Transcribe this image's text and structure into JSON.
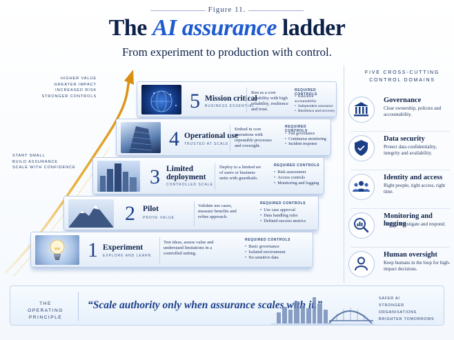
{
  "header": {
    "figure_label": "Figure 11.",
    "title_part1": "The",
    "title_accent": "AI assurance",
    "title_part2": "ladder",
    "subtitle": "From experiment to production with control."
  },
  "side_notes": {
    "top": [
      "HIGHER VALUE",
      "GREATER IMPACT",
      "INCREASED RISK",
      "STRONGER CONTROLS"
    ],
    "left": [
      "START SMALL",
      "BUILD ASSURANCE",
      "SCALE WITH CONFIDENCE"
    ]
  },
  "steps": [
    {
      "number": "1",
      "title": "Experiment",
      "tag": "EXPLORE AND LEARN",
      "description": "Test ideas, assess value and understand limitations in a controlled setting.",
      "controls_heading": "REQUIRED CONTROLS",
      "controls": [
        "Basic governance",
        "Isolated environment",
        "No sensitive data"
      ]
    },
    {
      "number": "2",
      "title": "Pilot",
      "tag": "PROVE VALUE",
      "description": "Validate use cases, measure benefits and refine approach.",
      "controls_heading": "REQUIRED CONTROLS",
      "controls": [
        "Use case approval",
        "Data handling rules",
        "Defined success metrics"
      ]
    },
    {
      "number": "3",
      "title": "Limited deployment",
      "tag": "CONTROLLED SCALE",
      "description": "Deploy to a limited set of users or business units with guardrails.",
      "controls_heading": "REQUIRED CONTROLS",
      "controls": [
        "Risk assessment",
        "Access controls",
        "Monitoring and logging"
      ]
    },
    {
      "number": "4",
      "title": "Operational use",
      "tag": "TRUSTED AT SCALE",
      "description": "Embed in core operations with repeatable processes and oversight.",
      "controls_heading": "REQUIRED CONTROLS",
      "controls": [
        "Full governance",
        "Continuous monitoring",
        "Incident response"
      ]
    },
    {
      "number": "5",
      "title": "Mission critical",
      "tag": "BUSINESS ESSENTIAL",
      "description": "Run as a core capability with high reliability, resilience and trust.",
      "controls_heading": "REQUIRED CONTROLS",
      "controls": [
        "Executive accountability",
        "Independent assurance",
        "Resilience and recovery"
      ]
    }
  ],
  "domains": {
    "heading": [
      "FIVE CROSS-CUTTING",
      "CONTROL DOMAINS"
    ],
    "items": [
      {
        "title": "Governance",
        "description": "Clear ownership, policies and accountability.",
        "icon": "bank-icon"
      },
      {
        "title": "Data security",
        "description": "Protect data confidentiality, integrity and availability.",
        "icon": "shield-icon"
      },
      {
        "title": "Identity and access",
        "description": "Right people, right access, right time.",
        "icon": "users-icon"
      },
      {
        "title": "Monitoring and logging",
        "description": "Detect, investigate and respond.",
        "icon": "magnifier-chart-icon"
      },
      {
        "title": "Human oversight",
        "description": "Keep humans in the loop for high-impact decisions.",
        "icon": "person-icon"
      }
    ]
  },
  "footer": {
    "label": [
      "THE OPERATING",
      "PRINCIPLE"
    ],
    "quote": "“Scale authority only when assurance scales with it.”",
    "right": [
      "SAFER AI",
      "STRONGER ORGANISATIONS",
      "BRIGHTER TOMORROWS"
    ]
  },
  "colors": {
    "navy": "#0e2148",
    "accent_blue": "#1e5bd0",
    "arrow_gold": "#e6a41c"
  }
}
